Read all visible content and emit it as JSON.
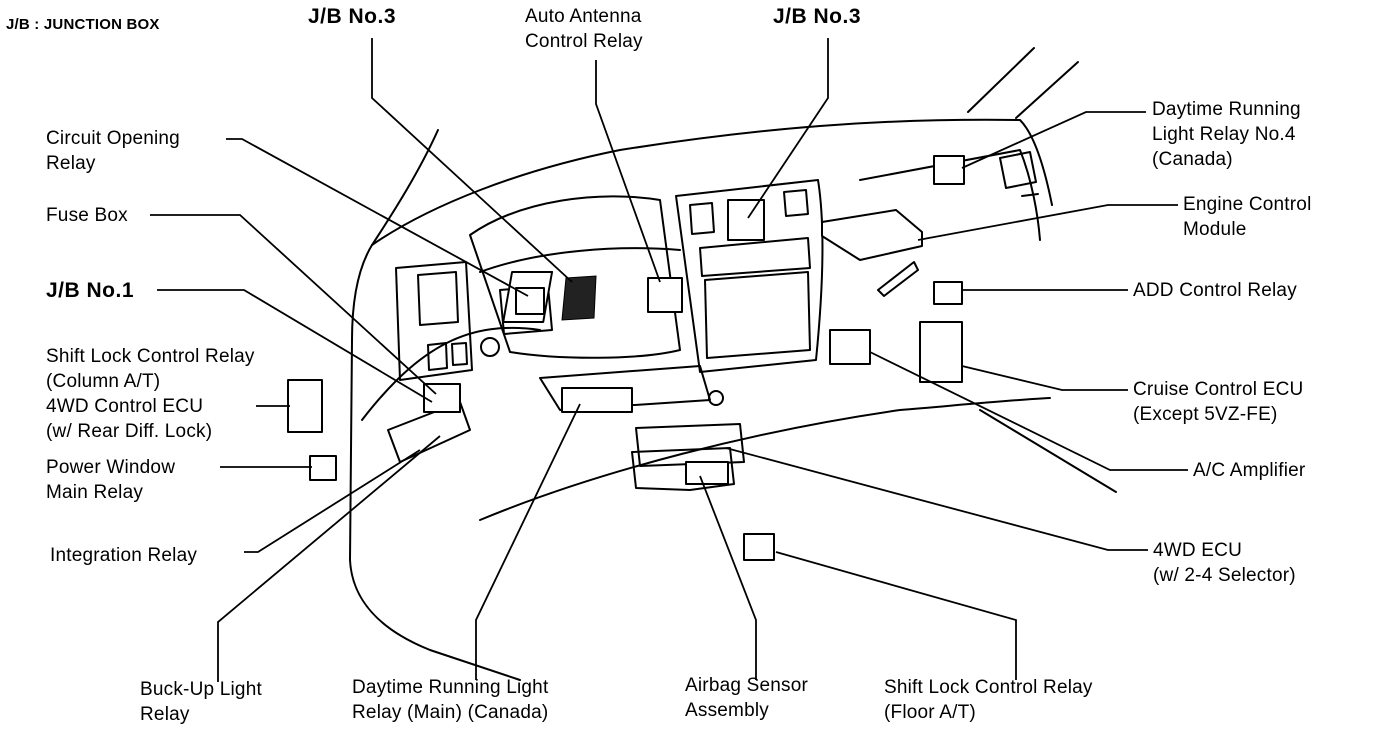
{
  "header": "J/B : JUNCTION BOX",
  "labels": {
    "jb3_left": [
      "J/B No.3"
    ],
    "antenna": [
      "Auto Antenna",
      "Control Relay"
    ],
    "jb3_right": [
      "J/B No.3"
    ],
    "drl4": [
      "Daytime Running",
      "Light Relay No.4",
      "(Canada)"
    ],
    "circuit_opening": [
      "Circuit Opening",
      "Relay"
    ],
    "fuse_box": [
      "Fuse Box"
    ],
    "ecm": [
      "Engine Control",
      "Module"
    ],
    "jb1": [
      "J/B No.1"
    ],
    "add_relay": [
      "ADD Control Relay"
    ],
    "shift_lock_col": [
      "Shift Lock Control Relay",
      "(Column A/T)",
      "4WD Control ECU",
      "(w/ Rear Diff. Lock)"
    ],
    "cruise": [
      "Cruise Control ECU",
      "(Except 5VZ-FE)"
    ],
    "power_window": [
      "Power Window",
      "Main Relay"
    ],
    "ac_amp": [
      "A/C Amplifier"
    ],
    "integration": [
      "Integration Relay"
    ],
    "ecu_4wd": [
      "4WD ECU",
      "(w/ 2-4 Selector)"
    ],
    "backup": [
      "Buck-Up Light",
      "Relay"
    ],
    "drl_main": [
      "Daytime Running Light",
      "Relay (Main) (Canada)"
    ],
    "airbag": [
      "Airbag Sensor",
      "Assembly"
    ],
    "shift_lock_floor": [
      "Shift Lock Control Relay",
      "(Floor A/T)"
    ]
  }
}
